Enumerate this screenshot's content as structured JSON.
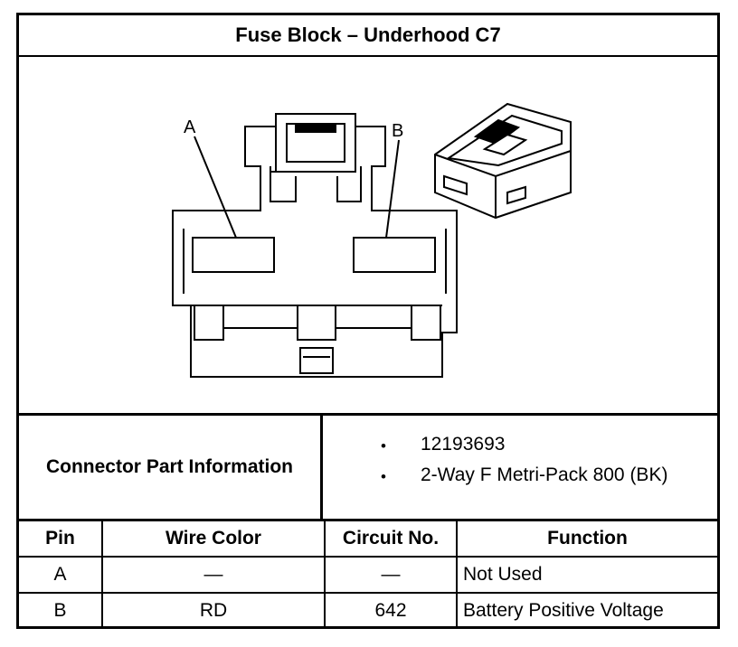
{
  "title": "Fuse Block – Underhood C7",
  "diagram": {
    "callouts": [
      "A",
      "B"
    ],
    "views": [
      "connector-face-view",
      "connector-isometric-view"
    ]
  },
  "connector_info": {
    "label": "Connector Part Information",
    "items": [
      "12193693",
      "2-Way F Metri-Pack 800 (BK)"
    ],
    "bullet": "•"
  },
  "table": {
    "headers": [
      "Pin",
      "Wire Color",
      "Circuit No.",
      "Function"
    ],
    "rows": [
      [
        "A",
        "—",
        "—",
        "Not Used"
      ],
      [
        "B",
        "RD",
        "642",
        "Battery Positive Voltage"
      ]
    ]
  }
}
